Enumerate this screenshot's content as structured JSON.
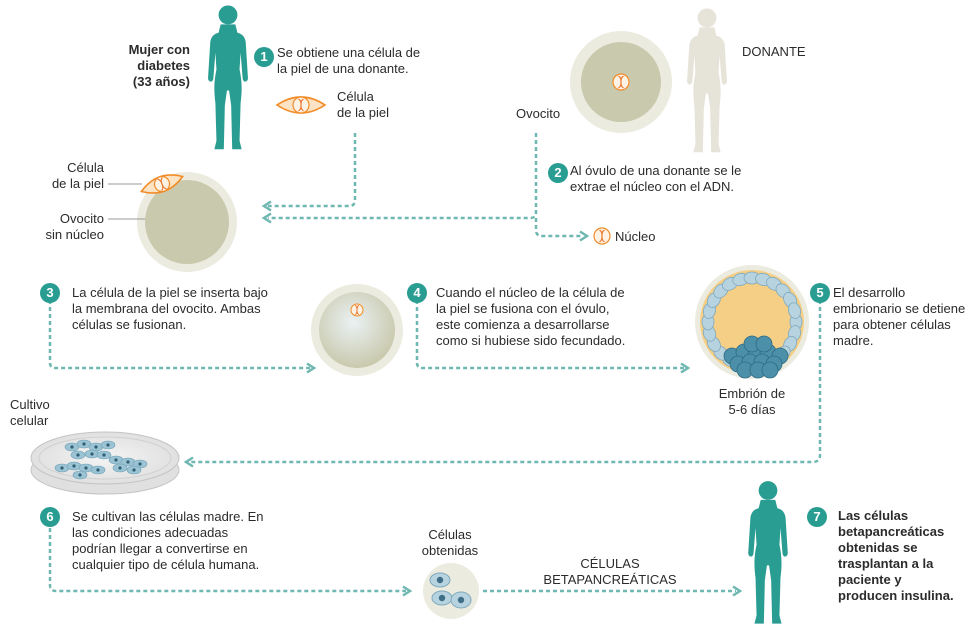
{
  "colors": {
    "teal": "#2a9d92",
    "dash": "#6fb8b1",
    "cell": "#c9c9ad",
    "cellRing": "#ecebe0",
    "donor": "#e6e3d9",
    "orange": "#f28c28",
    "embryo": "#f6cf87",
    "embryoCell": "#b7d3e0",
    "stem": "#4c8fa8"
  },
  "patient": {
    "label": "Mujer con\ndiabetes\n(33 años)"
  },
  "donor": {
    "label": "DONANTE"
  },
  "steps": [
    {
      "num": "1",
      "text": "Se obtiene una célula de\nla piel de una donante."
    },
    {
      "num": "2",
      "text": "Al óvulo de una donante se le\nextrae el núcleo con el ADN."
    },
    {
      "num": "3",
      "text": "La célula de la piel se inserta bajo\nla membrana del ovocito. Ambas\ncélulas se fusionan."
    },
    {
      "num": "4",
      "text": "Cuando el núcleo de la célula de\nla piel se fusiona con el óvulo,\neste comienza a desarrollarse\ncomo si hubiese sido fecundado."
    },
    {
      "num": "5",
      "text": "El desarrollo\nembrionario se detiene\npara obtener células\nmadre."
    },
    {
      "num": "6",
      "text": "Se cultivan las células madre. En\nlas condiciones adecuadas\npodrían llegar a convertirse en\ncualquier tipo de célula humana."
    },
    {
      "num": "7",
      "text": "Las células\nbetapancreáticas\nobtenidas se\ntrasplantan a la\npaciente y\nproducen insulina."
    }
  ],
  "labels": {
    "skin_cell": "Célula\nde la piel",
    "oocyte": "Ovocito",
    "skin_cell_left": "Célula\nde la piel",
    "oocyte_no_nucleus": "Ovocito\nsin núcleo",
    "nucleus": "Núcleo",
    "embryo": "Embrión de\n5-6 días",
    "culture": "Cultivo\ncelular",
    "cells_obtained": "Células\nobtenidas",
    "beta_cells": "CÉLULAS\nBETAPANCREÁTICAS"
  }
}
